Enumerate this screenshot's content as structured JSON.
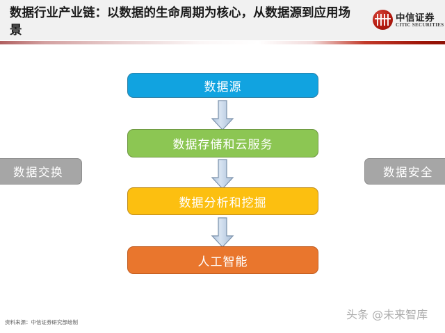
{
  "header": {
    "title": "数据行业产业链：以数据的生命周期为核心，从数据源到应用场景",
    "rule_color_left": "#b05f5f",
    "rule_color_right": "#8d1105",
    "background": "#f1f1f1"
  },
  "logo": {
    "name": "citic-securities-logo",
    "cn": "中信证券",
    "en": "CITIC SECURITIES",
    "mark_color": "#b51b10"
  },
  "flow": {
    "steps": [
      {
        "label": "数据源",
        "color": "#11a3e0",
        "border": "#2a7fa5"
      },
      {
        "label": "数据存储和云服务",
        "color": "#8cc653",
        "border": "#6d9641"
      },
      {
        "label": "数据分析和挖掘",
        "color": "#fcbf10",
        "border": "#c08d1d"
      },
      {
        "label": "人工智能",
        "color": "#e9762d",
        "border": "#c05c20"
      }
    ],
    "arrow_fill": "#c3d4e8",
    "arrow_stroke": "#7b91ab",
    "arrow_count": 3
  },
  "side_boxes": {
    "left": {
      "label": "数据交换",
      "color": "#a6a6a6"
    },
    "right": {
      "label": "数据安全",
      "color": "#a6a6a6"
    }
  },
  "footer": {
    "source": "资料来源：中信证券研究部绘制",
    "watermark": "头条 @未来智库"
  }
}
